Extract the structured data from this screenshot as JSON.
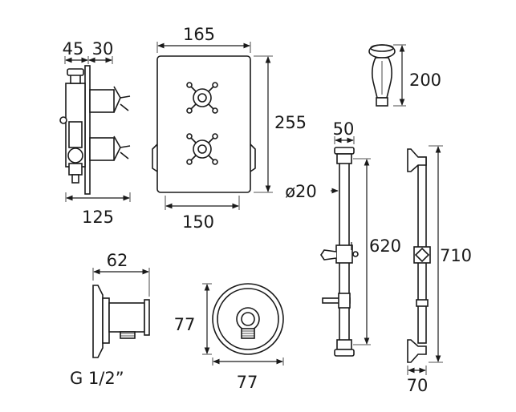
{
  "dimensions": {
    "valve_side_depth_a": "45",
    "valve_side_depth_b": "30",
    "valve_side_width": "125",
    "plate_width": "165",
    "plate_inner_width": "150",
    "plate_height": "255",
    "handset_length": "200",
    "bracket_width": "50",
    "rail_diameter": "ø20",
    "rail_length": "620",
    "rail_total_length": "710",
    "rail_depth": "70",
    "outlet_depth": "62",
    "outlet_thread": "G 1/2”",
    "outlet_plate_height": "77",
    "outlet_plate_width": "77"
  }
}
